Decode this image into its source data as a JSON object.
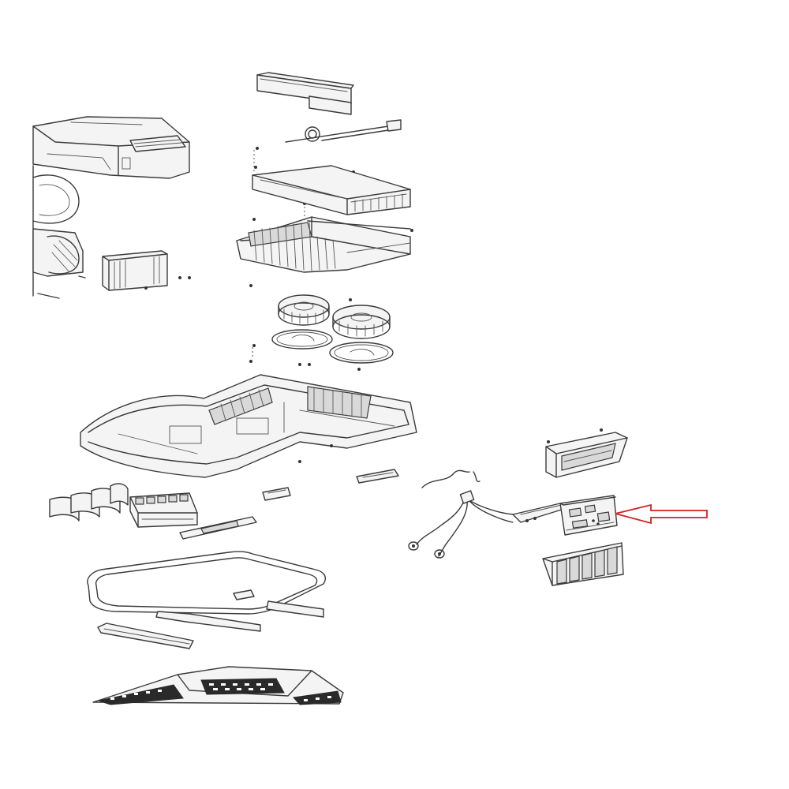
{
  "diagram": {
    "type": "exploded-parts-view",
    "parts": [
      {
        "id": "top-bracket"
      },
      {
        "id": "spring-rod"
      },
      {
        "id": "rooftop-shroud"
      },
      {
        "id": "condenser-fan-housing"
      },
      {
        "id": "compressor-block"
      },
      {
        "id": "filter-tray"
      },
      {
        "id": "evaporator-coil"
      },
      {
        "id": "blower-wheel-left"
      },
      {
        "id": "blower-wheel-right"
      },
      {
        "id": "fan-gasket-left"
      },
      {
        "id": "fan-gasket-right"
      },
      {
        "id": "base-pan"
      },
      {
        "id": "upper-pcb-cover"
      },
      {
        "id": "wiring-harness"
      },
      {
        "id": "control-board"
      },
      {
        "id": "lower-heat-sink"
      },
      {
        "id": "louver-vents"
      },
      {
        "id": "foam-block"
      },
      {
        "id": "small-bracket-left"
      },
      {
        "id": "small-bracket-center"
      },
      {
        "id": "small-bracket-right"
      },
      {
        "id": "ceiling-frame"
      },
      {
        "id": "mounting-bar"
      },
      {
        "id": "ceiling-grille"
      }
    ],
    "highlight": {
      "target": "control-board",
      "arrow_color": "#d42020"
    },
    "colors": {
      "line": "#3a3a3a",
      "background": "#ffffff"
    }
  }
}
